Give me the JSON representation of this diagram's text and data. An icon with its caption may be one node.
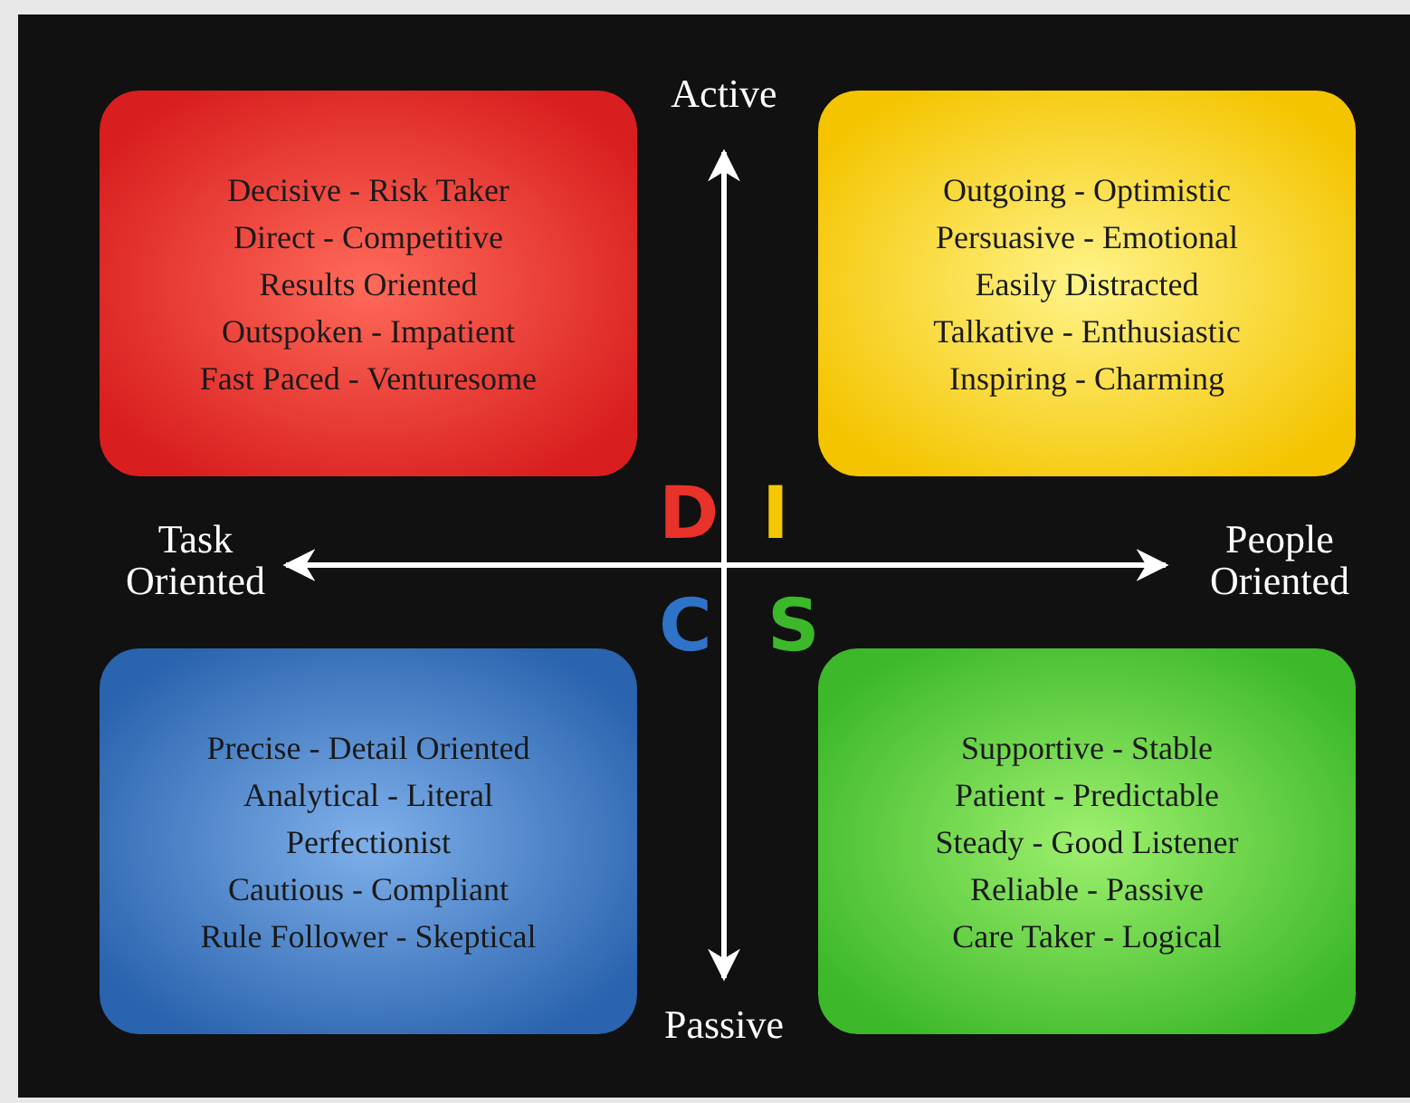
{
  "diagram": {
    "nodes": [
      {
        "text": [
          "Decisive - Risk Taker",
          "Direct - Competitive",
          "Results Oriented",
          "Outspoken - Impatient",
          "Fast Paced - Venturesome"
        ]
      },
      {
        "text": [
          "Outgoing - Optimistic",
          "Persuasive - Emotional",
          "Easily Distracted",
          "Talkative - Enthusiastic",
          "Inspiring - Charming"
        ]
      },
      {
        "text": [
          "Precise - Detail Oriented",
          "Analytical - Literal",
          "Perfectionist",
          "Cautious - Compliant",
          "Rule Follower - Skeptical"
        ]
      },
      {
        "text": [
          "Supportive - Stable",
          "Patient - Predictable",
          "Steady - Good Listener",
          "Reliable - Passive",
          "Care Taker - Logical"
        ]
      }
    ],
    "labels": [
      "Active",
      "Task Oriented",
      "People Oriented",
      "Passive",
      "D",
      "I",
      "C",
      "S"
    ]
  }
}
